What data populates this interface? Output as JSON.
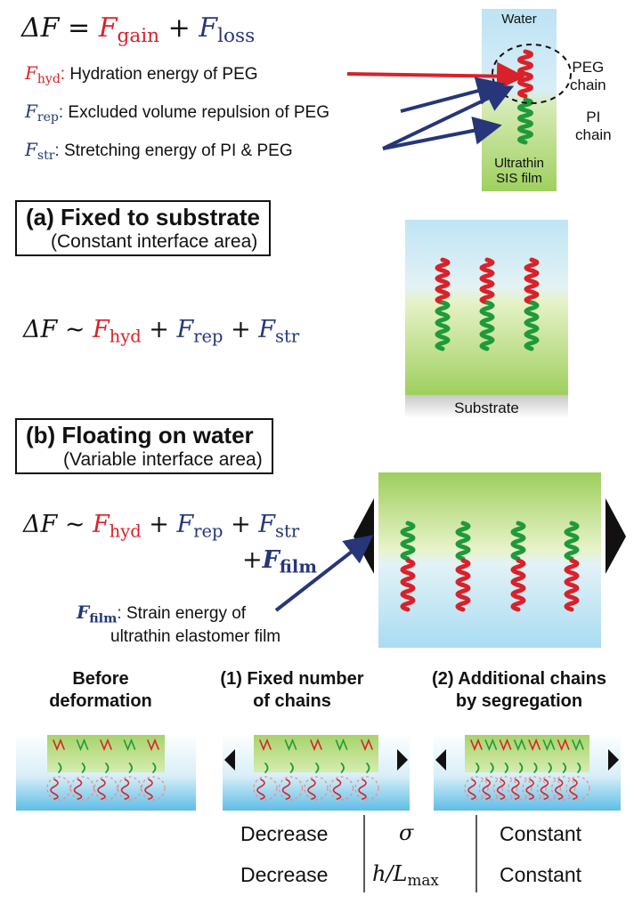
{
  "header": {
    "eq_lhs": "ΔF",
    "eq_eq": " = ",
    "eq_gain_sym": "F",
    "eq_gain_sub": "gain",
    "eq_plus": " + ",
    "eq_loss_sym": "F",
    "eq_loss_sub": "loss"
  },
  "legend": [
    {
      "sym": "F",
      "sub": "hyd",
      "sep": ": ",
      "text": "Hydration energy of PEG",
      "color": "#d9212a"
    },
    {
      "sym": "F",
      "sub": "rep",
      "sep": ": ",
      "text": "Excluded volume repulsion of PEG",
      "color": "#263678"
    },
    {
      "sym": "F",
      "sub": "str",
      "sep": ": ",
      "text": "Stretching energy of PI & PEG",
      "color": "#263678"
    }
  ],
  "top_panel": {
    "water": "Water",
    "peg_line1": "PEG",
    "peg_line2": "chain",
    "pi_line1": "PI",
    "pi_line2": "chain",
    "film_line1": "Ultrathin",
    "film_line2": "SIS film"
  },
  "section_a": {
    "title": "(a) Fixed to substrate",
    "subtitle": "(Constant interface area)",
    "eq_lhs": "ΔF ~ ",
    "hyd_sym": "F",
    "hyd_sub": "hyd",
    "plus1": " + ",
    "rep_sym": "F",
    "rep_sub": "rep",
    "plus2": " + ",
    "str_sym": "F",
    "str_sub": "str",
    "substrate": "Substrate"
  },
  "section_b": {
    "title": "(b) Floating on water",
    "subtitle": "(Variable interface area)",
    "eq_lhs": "ΔF ~ ",
    "hyd_sym": "F",
    "hyd_sub": "hyd",
    "plus1": " + ",
    "rep_sym": "F",
    "rep_sub": "rep",
    "plus2": " + ",
    "str_sym": "F",
    "str_sub": "str",
    "plus3": "+",
    "film_sym": "F",
    "film_sub": "film",
    "note_sep": ": ",
    "note_line1": "Strain energy of",
    "note_line2": "ultrathin elastomer film"
  },
  "bottom": {
    "col1_line1": "Before",
    "col1_line2": "deformation",
    "col2_line1": "(1)  Fixed number",
    "col2_line2": "of chains",
    "col3_line1": "(2) Additional chains",
    "col3_line2": "by segregation",
    "row1_left": "Decrease",
    "row1_mid": "σ",
    "row1_right": "Constant",
    "row2_left": "Decrease",
    "row2_mid_h": "h/L",
    "row2_mid_sub": "max",
    "row2_right": "Constant"
  },
  "colors": {
    "peg": "#d9212a",
    "pi": "#1f9a3a",
    "arrow_red": "#d9212a",
    "arrow_blue": "#263678",
    "water": "#bfe3f5",
    "film": "#a8d66a"
  }
}
